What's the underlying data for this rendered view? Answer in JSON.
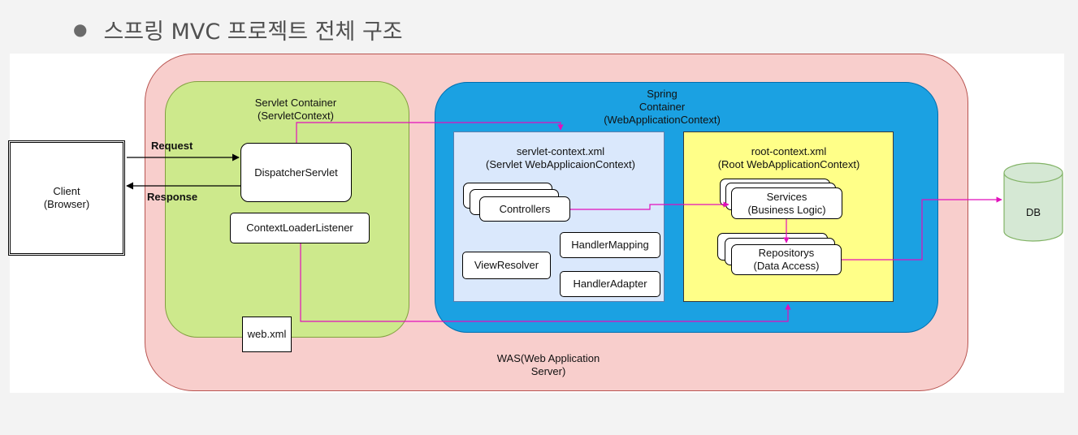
{
  "heading": {
    "bullet": "●",
    "title": "스프링 MVC 프로젝트 전체 구조"
  },
  "diagram": {
    "was": "WAS(Web Application\nServer)",
    "servlet_container": "Servlet Container\n(ServletContext)",
    "spring_container": "Spring\nContainer\n(WebApplicationContext)",
    "servlet_context_xml": "servlet-context.xml\n(Servlet WebApplicaionContext)",
    "root_context_xml": "root-context.xml\n(Root WebApplicationContext)",
    "client": "Client\n(Browser)",
    "dispatcher_servlet": "DispatcherServlet",
    "context_loader_listener": "ContextLoaderListener",
    "web_xml": "web.xml",
    "controllers": "Controllers",
    "handler_mapping": "HandlerMapping",
    "view_resolver": "ViewResolver",
    "handler_adapter": "HandlerAdapter",
    "services": "Services\n(Business Logic)",
    "repositorys": "Repositorys\n(Data Access)",
    "db": "DB",
    "request_label": "Request",
    "response_label": "Response"
  },
  "colors": {
    "was_fill": "#f8cecc",
    "servlet_container_fill": "#cde98c",
    "spring_container_fill": "#1ba1e2",
    "servlet_context_fill": "#dae8fc",
    "root_context_fill": "#ffff88",
    "db_fill": "#d5e8d4",
    "connector": "#e20fbb"
  }
}
